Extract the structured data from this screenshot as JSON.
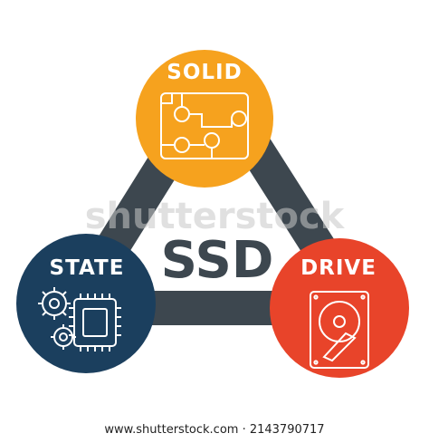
{
  "diagram": {
    "center_title": "SSD",
    "nodes": [
      {
        "id": "solid",
        "label": "SOLID",
        "color": "#f6a21e",
        "icon": "circuit-board-icon"
      },
      {
        "id": "state",
        "label": "STATE",
        "color": "#1b3f5e",
        "icon": "cpu-chip-gears-icon"
      },
      {
        "id": "drive",
        "label": "DRIVE",
        "color": "#e8442a",
        "icon": "hard-drive-icon"
      }
    ],
    "connector_color": "#3d474f"
  },
  "watermark": "shutterstock",
  "footer": "www.shutterstock.com · 2143790717"
}
